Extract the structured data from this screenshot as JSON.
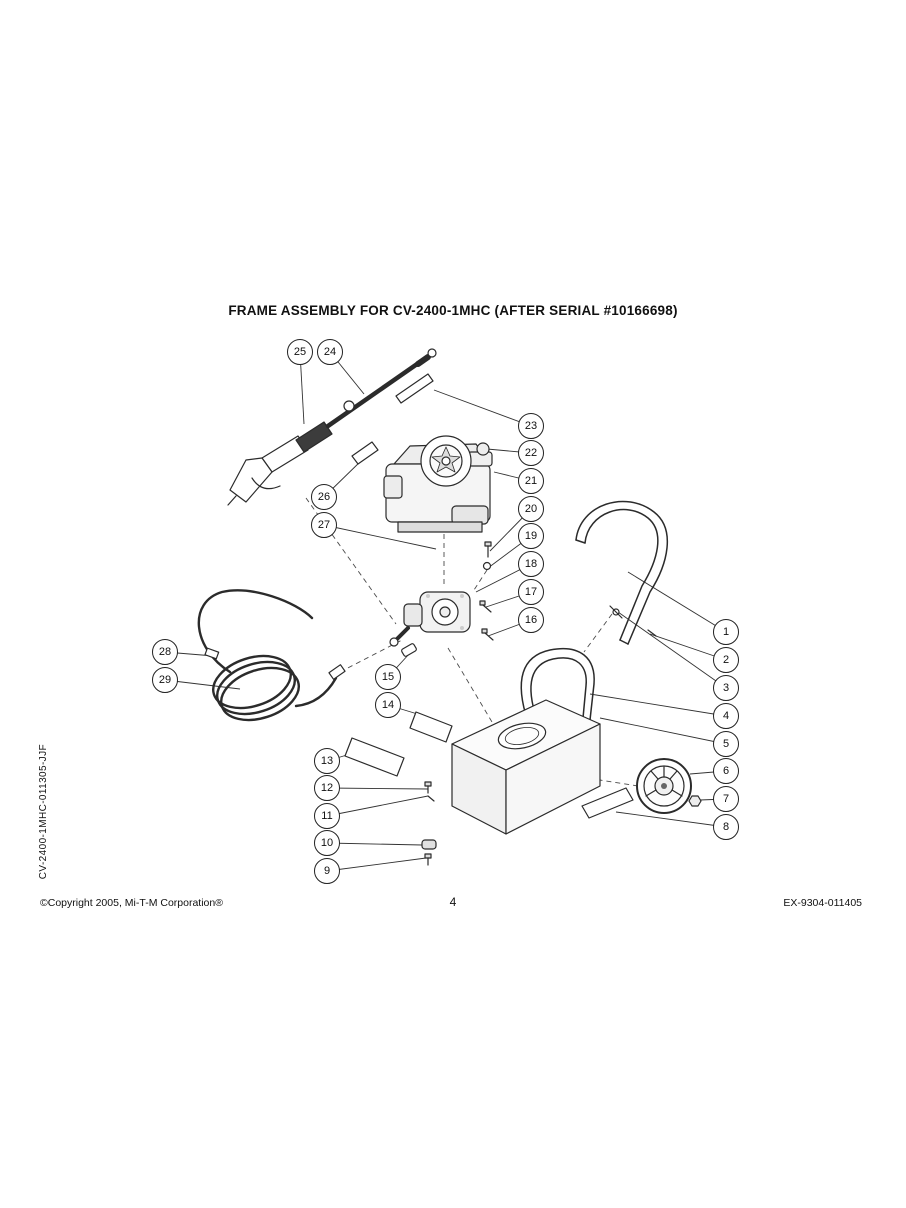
{
  "title": "FRAME ASSEMBLY FOR CV-2400-1MHC (AFTER SERIAL #10166698)",
  "side_label": "CV-2400-1MHC-011305-JJF",
  "footer": {
    "copyright": "©Copyright 2005, Mi-T-M Corporation®",
    "page_number": "4",
    "doc_number": "EX-9304-011405"
  },
  "diagram": {
    "callouts": [
      "1",
      "2",
      "3",
      "4",
      "5",
      "6",
      "7",
      "8",
      "9",
      "10",
      "11",
      "12",
      "13",
      "14",
      "15",
      "16",
      "17",
      "18",
      "19",
      "20",
      "21",
      "22",
      "23",
      "24",
      "25",
      "26",
      "27",
      "28",
      "29"
    ]
  }
}
